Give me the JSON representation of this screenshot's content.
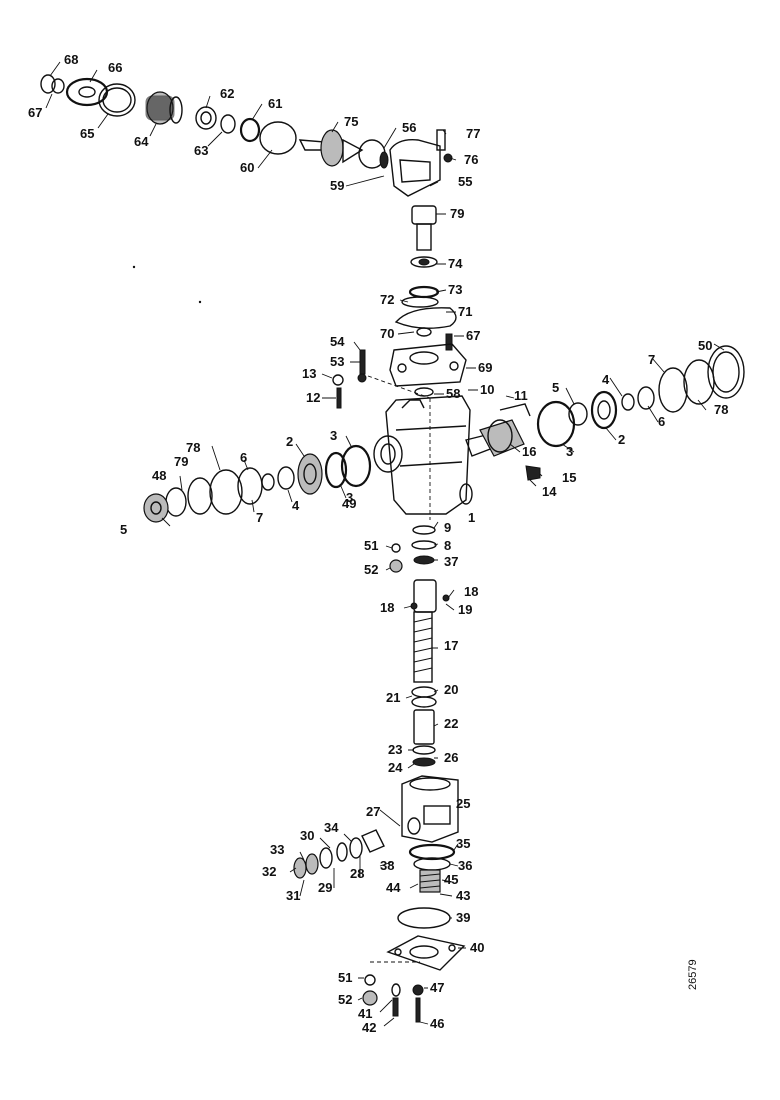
{
  "diagram": {
    "reference": "26579",
    "labels": [
      "68",
      "66",
      "67",
      "65",
      "64",
      "62",
      "63",
      "61",
      "60",
      "75",
      "56",
      "77",
      "76",
      "59",
      "55",
      "79",
      "74",
      "73",
      "72",
      "71",
      "70",
      "67",
      "54",
      "53",
      "69",
      "13",
      "12",
      "58",
      "10",
      "11",
      "5",
      "4",
      "7",
      "50",
      "3",
      "2",
      "6",
      "78",
      "16",
      "3",
      "15",
      "14",
      "2",
      "3",
      "79",
      "78",
      "6",
      "48",
      "7",
      "4",
      "5",
      "49",
      "1",
      "9",
      "51",
      "8",
      "52",
      "37",
      "18",
      "18",
      "19",
      "17",
      "21",
      "20",
      "22",
      "23",
      "25",
      "24",
      "26",
      "27",
      "30",
      "34",
      "35",
      "33",
      "36",
      "32",
      "29",
      "28",
      "38",
      "31",
      "44",
      "45",
      "43",
      "39",
      "40",
      "51",
      "52",
      "47",
      "41",
      "42",
      "46"
    ]
  }
}
